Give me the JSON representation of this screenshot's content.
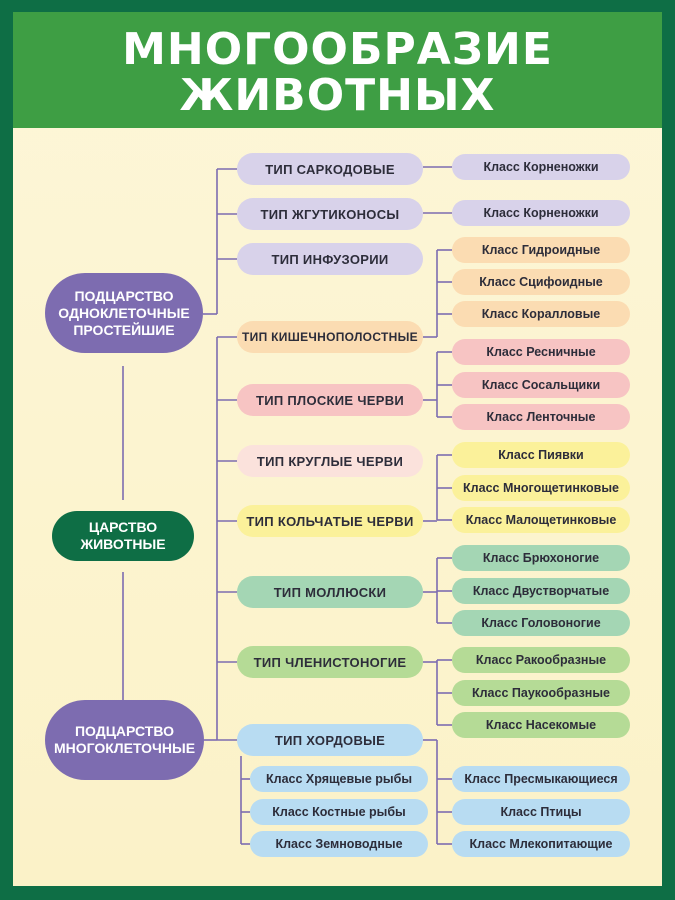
{
  "title": {
    "line1": "МНОГООБРАЗИЕ",
    "line2": "ЖИВОТНЫХ"
  },
  "kingdom": "ЦАРСТВО\nЖИВОТНЫЕ",
  "subkingdoms": {
    "protozoa": "ПОДЦАРСТВО\nОДНОКЛЕТОЧНЫЕ\nПРОСТЕЙШИЕ",
    "multicellular": "ПОДЦАРСТВО\nМНОГОКЛЕТОЧНЫЕ"
  },
  "phyla": {
    "sarcodina": "ТИП САРКОДОВЫЕ",
    "flagellates": "ТИП ЖГУТИКОНОСЫ",
    "ciliates": "ТИП ИНФУЗОРИИ",
    "cnidaria": "ТИП КИШЕЧНОПОЛОСТНЫЕ",
    "flatworms": "ТИП ПЛОСКИЕ ЧЕРВИ",
    "roundworms": "ТИП КРУГЛЫЕ ЧЕРВИ",
    "annelids": "ТИП КОЛЬЧАТЫЕ ЧЕРВИ",
    "mollusks": "ТИП МОЛЛЮСКИ",
    "arthropods": "ТИП ЧЛЕНИСТОНОГИЕ",
    "chordates": "ТИП ХОРДОВЫЕ"
  },
  "classes": {
    "sarcodina": [
      "Класс Корненожки"
    ],
    "flagellates": [
      "Класс Корненожки"
    ],
    "cnidaria": [
      "Класс Гидроидные",
      "Класс Сцифоидные",
      "Класс Коралловые"
    ],
    "flatworms": [
      "Класс Ресничные",
      "Класс Сосальщики",
      "Класс Ленточные"
    ],
    "annelids": [
      "Класс Пиявки",
      "Класс Многощетинковые",
      "Класс Малощетинковые"
    ],
    "mollusks": [
      "Класс Брюхоногие",
      "Класс Двустворчатые",
      "Класс Головоногие"
    ],
    "arthropods": [
      "Класс Ракообразные",
      "Класс Паукообразные",
      "Класс Насекомые"
    ],
    "chordates_left": [
      "Класс Хрящевые рыбы",
      "Класс Костные рыбы",
      "Класс Земноводные"
    ],
    "chordates_right": [
      "Класс Пресмыкающиеся",
      "Класс Птицы",
      "Класс Млекопитающие"
    ]
  },
  "colors": {
    "frame": "#0e6e45",
    "header": "#3e9e44",
    "connector": "#7d6cb0",
    "subkingdom": "#7d6cb0",
    "kingdom": "#0e6e45"
  }
}
